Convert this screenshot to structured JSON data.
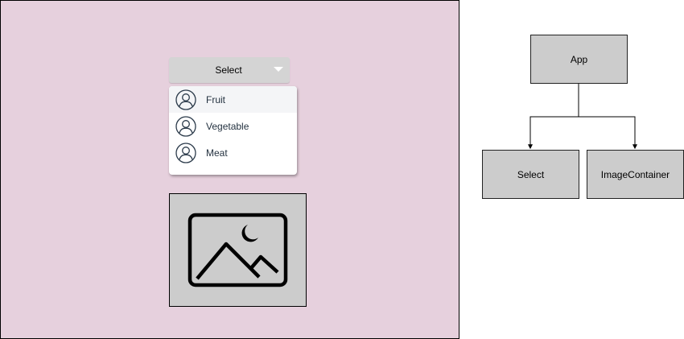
{
  "mockup": {
    "background": "#e6d0dd",
    "select": {
      "label": "Select",
      "options": [
        {
          "label": "Fruit",
          "icon": "user-icon",
          "active": true
        },
        {
          "label": "Vegetable",
          "icon": "user-icon",
          "active": false
        },
        {
          "label": "Meat",
          "icon": "user-icon",
          "active": false
        }
      ]
    },
    "image_container": {
      "icon": "image-icon"
    }
  },
  "diagram": {
    "nodes": {
      "app": "App",
      "select": "Select",
      "image_container": "ImageContainer"
    },
    "node_fill": "#cccccc"
  }
}
